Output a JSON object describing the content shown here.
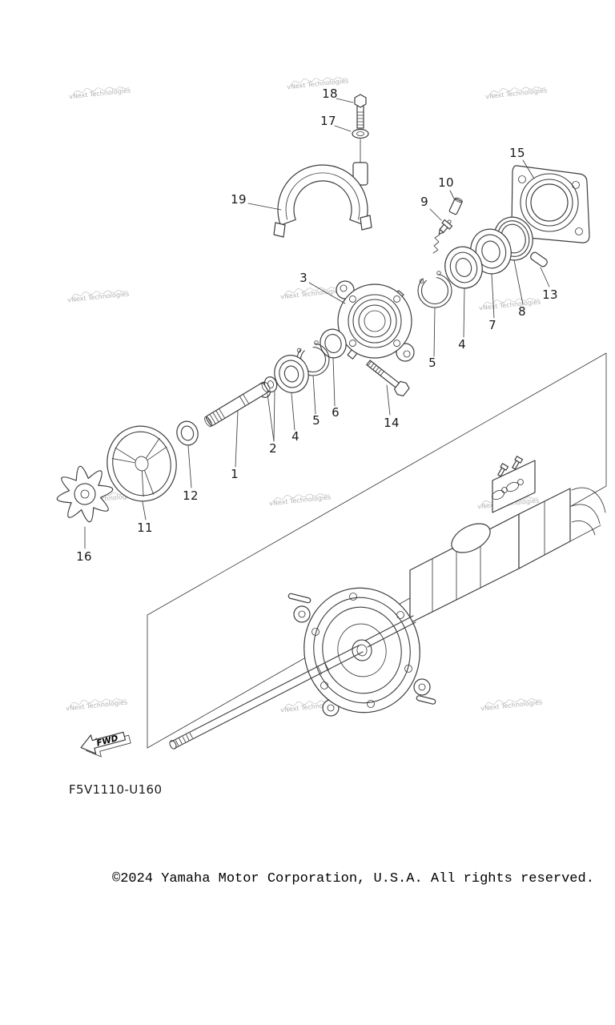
{
  "watermark": {
    "text": "vNext Technologies"
  },
  "diagram": {
    "part_code": "F5V1110-U160",
    "fwd_label": "FWD",
    "callouts": [
      {
        "label": "18"
      },
      {
        "label": "17"
      },
      {
        "label": "19"
      },
      {
        "label": "15"
      },
      {
        "label": "10"
      },
      {
        "label": "9"
      },
      {
        "label": "3"
      },
      {
        "label": "13"
      },
      {
        "label": "8"
      },
      {
        "label": "7"
      },
      {
        "label": "4"
      },
      {
        "label": "5"
      },
      {
        "label": "14"
      },
      {
        "label": "6"
      },
      {
        "label": "5"
      },
      {
        "label": "4"
      },
      {
        "label": "2"
      },
      {
        "label": "1"
      },
      {
        "label": "12"
      },
      {
        "label": "11"
      },
      {
        "label": "16"
      }
    ]
  },
  "footer": {
    "copyright": "©2024 Yamaha Motor Corporation, U.S.A. All rights reserved."
  },
  "colors": {
    "line": "#3d3d3d",
    "watermark": "#b0b0b0",
    "text": "#1a1a1a"
  }
}
